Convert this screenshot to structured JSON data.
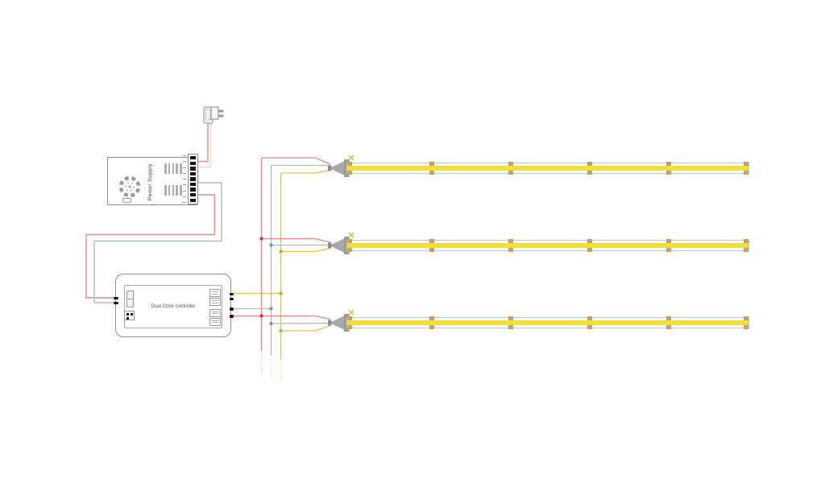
{
  "power_supply": {
    "label": "Power Supply",
    "input_terminal_count": 9
  },
  "controller": {
    "label": "Dual Color controller",
    "output_block_count": 4
  },
  "led_strips": {
    "count": 3,
    "cut_sections_per_strip": 5
  },
  "colors": {
    "wire_red": "#ea8585",
    "wire_gray": "#b8b8b8",
    "wire_yellow": "#e5c44e",
    "wire_cream": "#ece0bb",
    "junction_red": "#c04040",
    "junction_gray": "#8c8c8c",
    "junction_yellow": "#d2a42c",
    "strip_yellow": "#f2df3a",
    "solder_pad_tan": "#c79f5e",
    "connector_gray": "#a8a8a8"
  }
}
